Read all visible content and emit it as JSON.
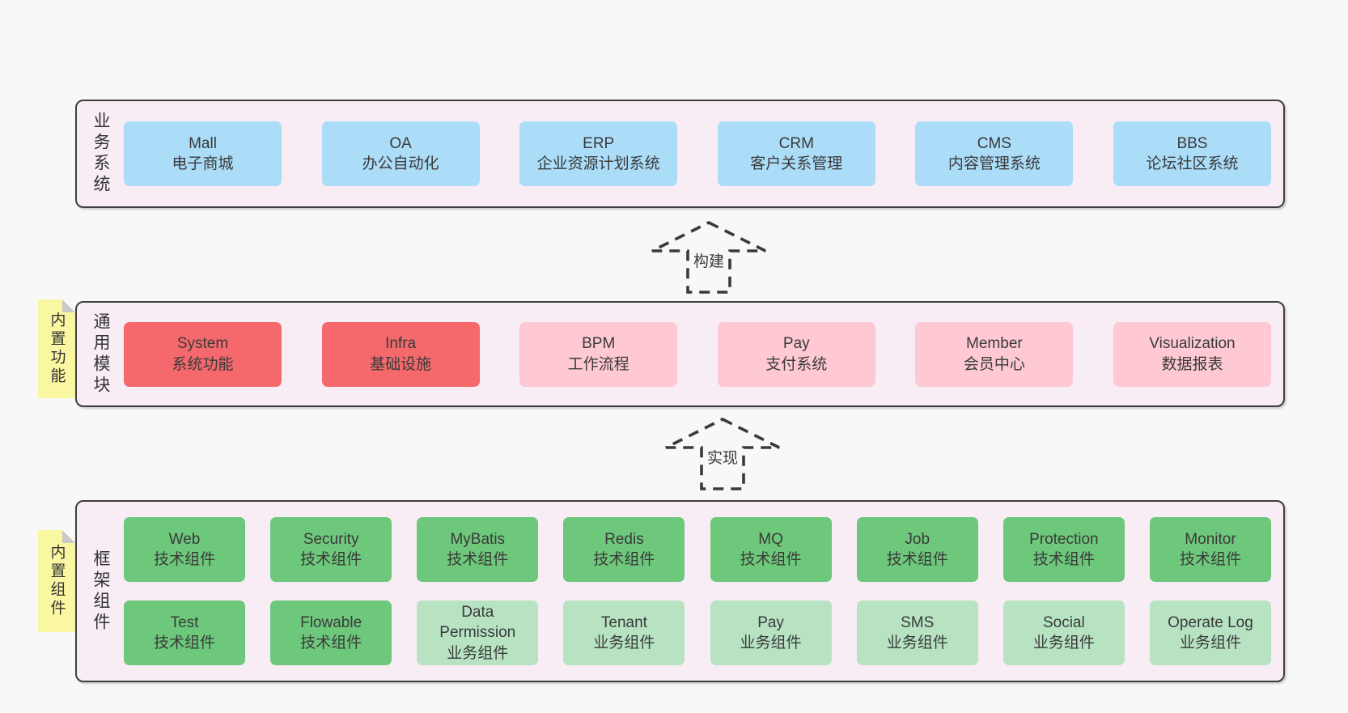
{
  "colors": {
    "page_background": "#f8f8f8",
    "container_background": "#f8ecf5",
    "container_border": "#3e3e3e",
    "blue_box": "#abdcf8",
    "red_box": "#f5696d",
    "pink_box": "#fec9d3",
    "green_box": "#6dc87b",
    "light_green_box": "#b7e3c3",
    "note_yellow": "#f9f7a1",
    "note_fold_gray": "#c9c9c9",
    "text": "#3a3a3a"
  },
  "layers": [
    {
      "label": "业务系统",
      "boxes": [
        {
          "name": "Mall",
          "subtitle": "电子商城",
          "variant": "blue"
        },
        {
          "name": "OA",
          "subtitle": "办公自动化",
          "variant": "blue"
        },
        {
          "name": "ERP",
          "subtitle": "企业资源计划系统",
          "variant": "blue"
        },
        {
          "name": "CRM",
          "subtitle": "客户关系管理",
          "variant": "blue"
        },
        {
          "name": "CMS",
          "subtitle": "内容管理系统",
          "variant": "blue"
        },
        {
          "name": "BBS",
          "subtitle": "论坛社区系统",
          "variant": "blue"
        }
      ]
    },
    {
      "label": "通用模块",
      "boxes": [
        {
          "name": "System",
          "subtitle": "系统功能",
          "variant": "red"
        },
        {
          "name": "Infra",
          "subtitle": "基础设施",
          "variant": "red"
        },
        {
          "name": "BPM",
          "subtitle": "工作流程",
          "variant": "pink"
        },
        {
          "name": "Pay",
          "subtitle": "支付系统",
          "variant": "pink"
        },
        {
          "name": "Member",
          "subtitle": "会员中心",
          "variant": "pink"
        },
        {
          "name": "Visualization",
          "subtitle": "数据报表",
          "variant": "pink"
        }
      ]
    },
    {
      "label": "框架组件",
      "rows": [
        [
          {
            "name": "Web",
            "subtitle": "技术组件",
            "variant": "green"
          },
          {
            "name": "Security",
            "subtitle": "技术组件",
            "variant": "green"
          },
          {
            "name": "MyBatis",
            "subtitle": "技术组件",
            "variant": "green"
          },
          {
            "name": "Redis",
            "subtitle": "技术组件",
            "variant": "green"
          },
          {
            "name": "MQ",
            "subtitle": "技术组件",
            "variant": "green"
          },
          {
            "name": "Job",
            "subtitle": "技术组件",
            "variant": "green"
          },
          {
            "name": "Protection",
            "subtitle": "技术组件",
            "variant": "green"
          },
          {
            "name": "Monitor",
            "subtitle": "技术组件",
            "variant": "green"
          }
        ],
        [
          {
            "name": "Test",
            "subtitle": "技术组件",
            "variant": "green"
          },
          {
            "name": "Flowable",
            "subtitle": "技术组件",
            "variant": "green"
          },
          {
            "name": "Data Permission",
            "subtitle": "业务组件",
            "variant": "lightgreen"
          },
          {
            "name": "Tenant",
            "subtitle": "业务组件",
            "variant": "lightgreen"
          },
          {
            "name": "Pay",
            "subtitle": "业务组件",
            "variant": "lightgreen"
          },
          {
            "name": "SMS",
            "subtitle": "业务组件",
            "variant": "lightgreen"
          },
          {
            "name": "Social",
            "subtitle": "业务组件",
            "variant": "lightgreen"
          },
          {
            "name": "Operate Log",
            "subtitle": "业务组件",
            "variant": "lightgreen"
          }
        ]
      ]
    }
  ],
  "arrows": [
    {
      "label": "构建"
    },
    {
      "label": "实现"
    }
  ],
  "notes": [
    {
      "text": "内置功能"
    },
    {
      "text": "内置组件"
    }
  ]
}
